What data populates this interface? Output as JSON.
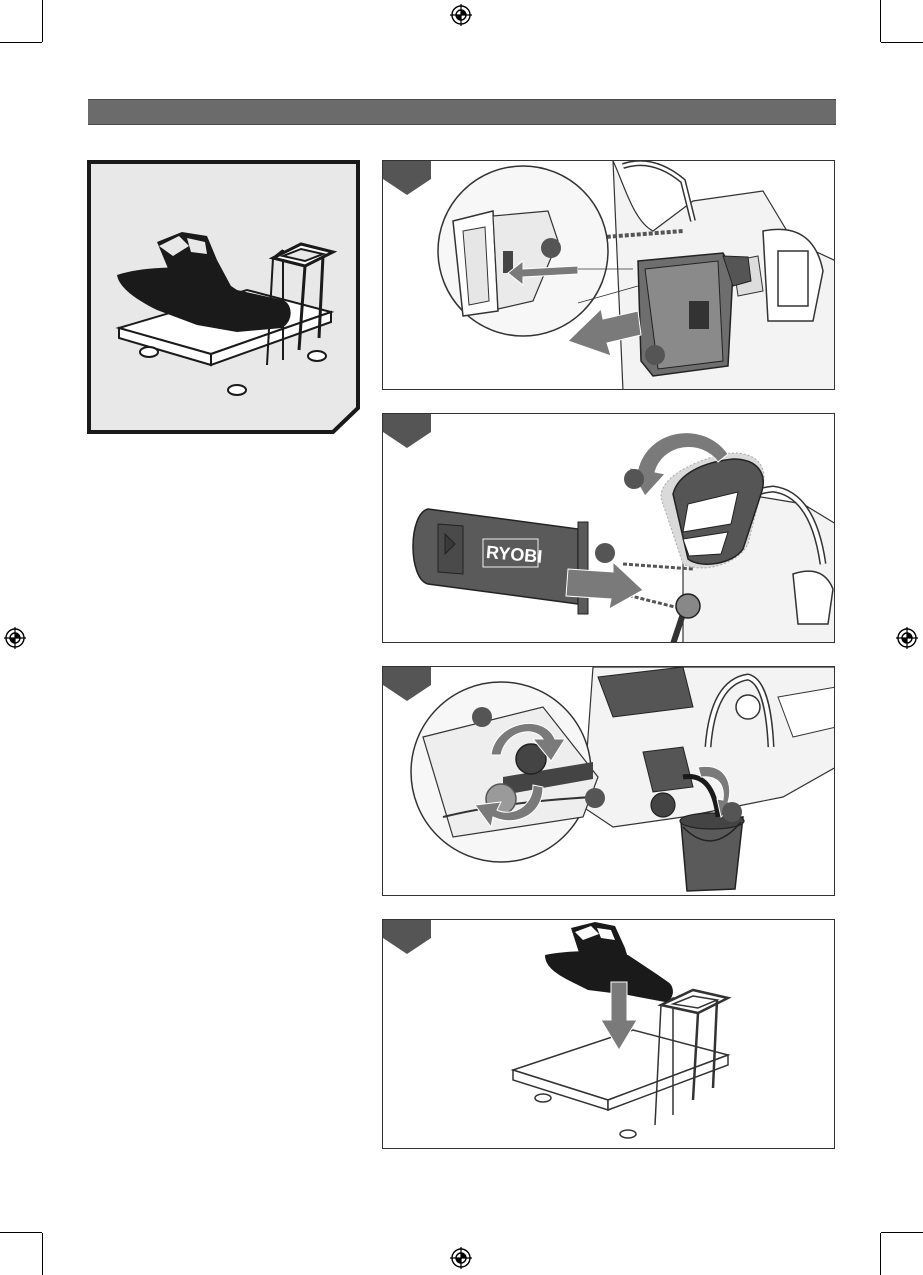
{
  "brand": {
    "text": "RYOBI"
  },
  "colors": {
    "header_bar": "#6b6b6b",
    "step_tab": "#555555",
    "callout": "#555555",
    "arrow": "#7a7a7a",
    "silhouette": "#1a1a1a"
  },
  "icons": {
    "registration_mark": "registration-mark-icon",
    "storage_symbol": "chainsaw-on-cart-icon"
  },
  "steps": [
    {
      "scene": "remove-battery"
    },
    {
      "scene": "fit-chain-guard-engage-brake"
    },
    {
      "scene": "drain-oil-tank"
    },
    {
      "scene": "place-on-cart"
    }
  ]
}
